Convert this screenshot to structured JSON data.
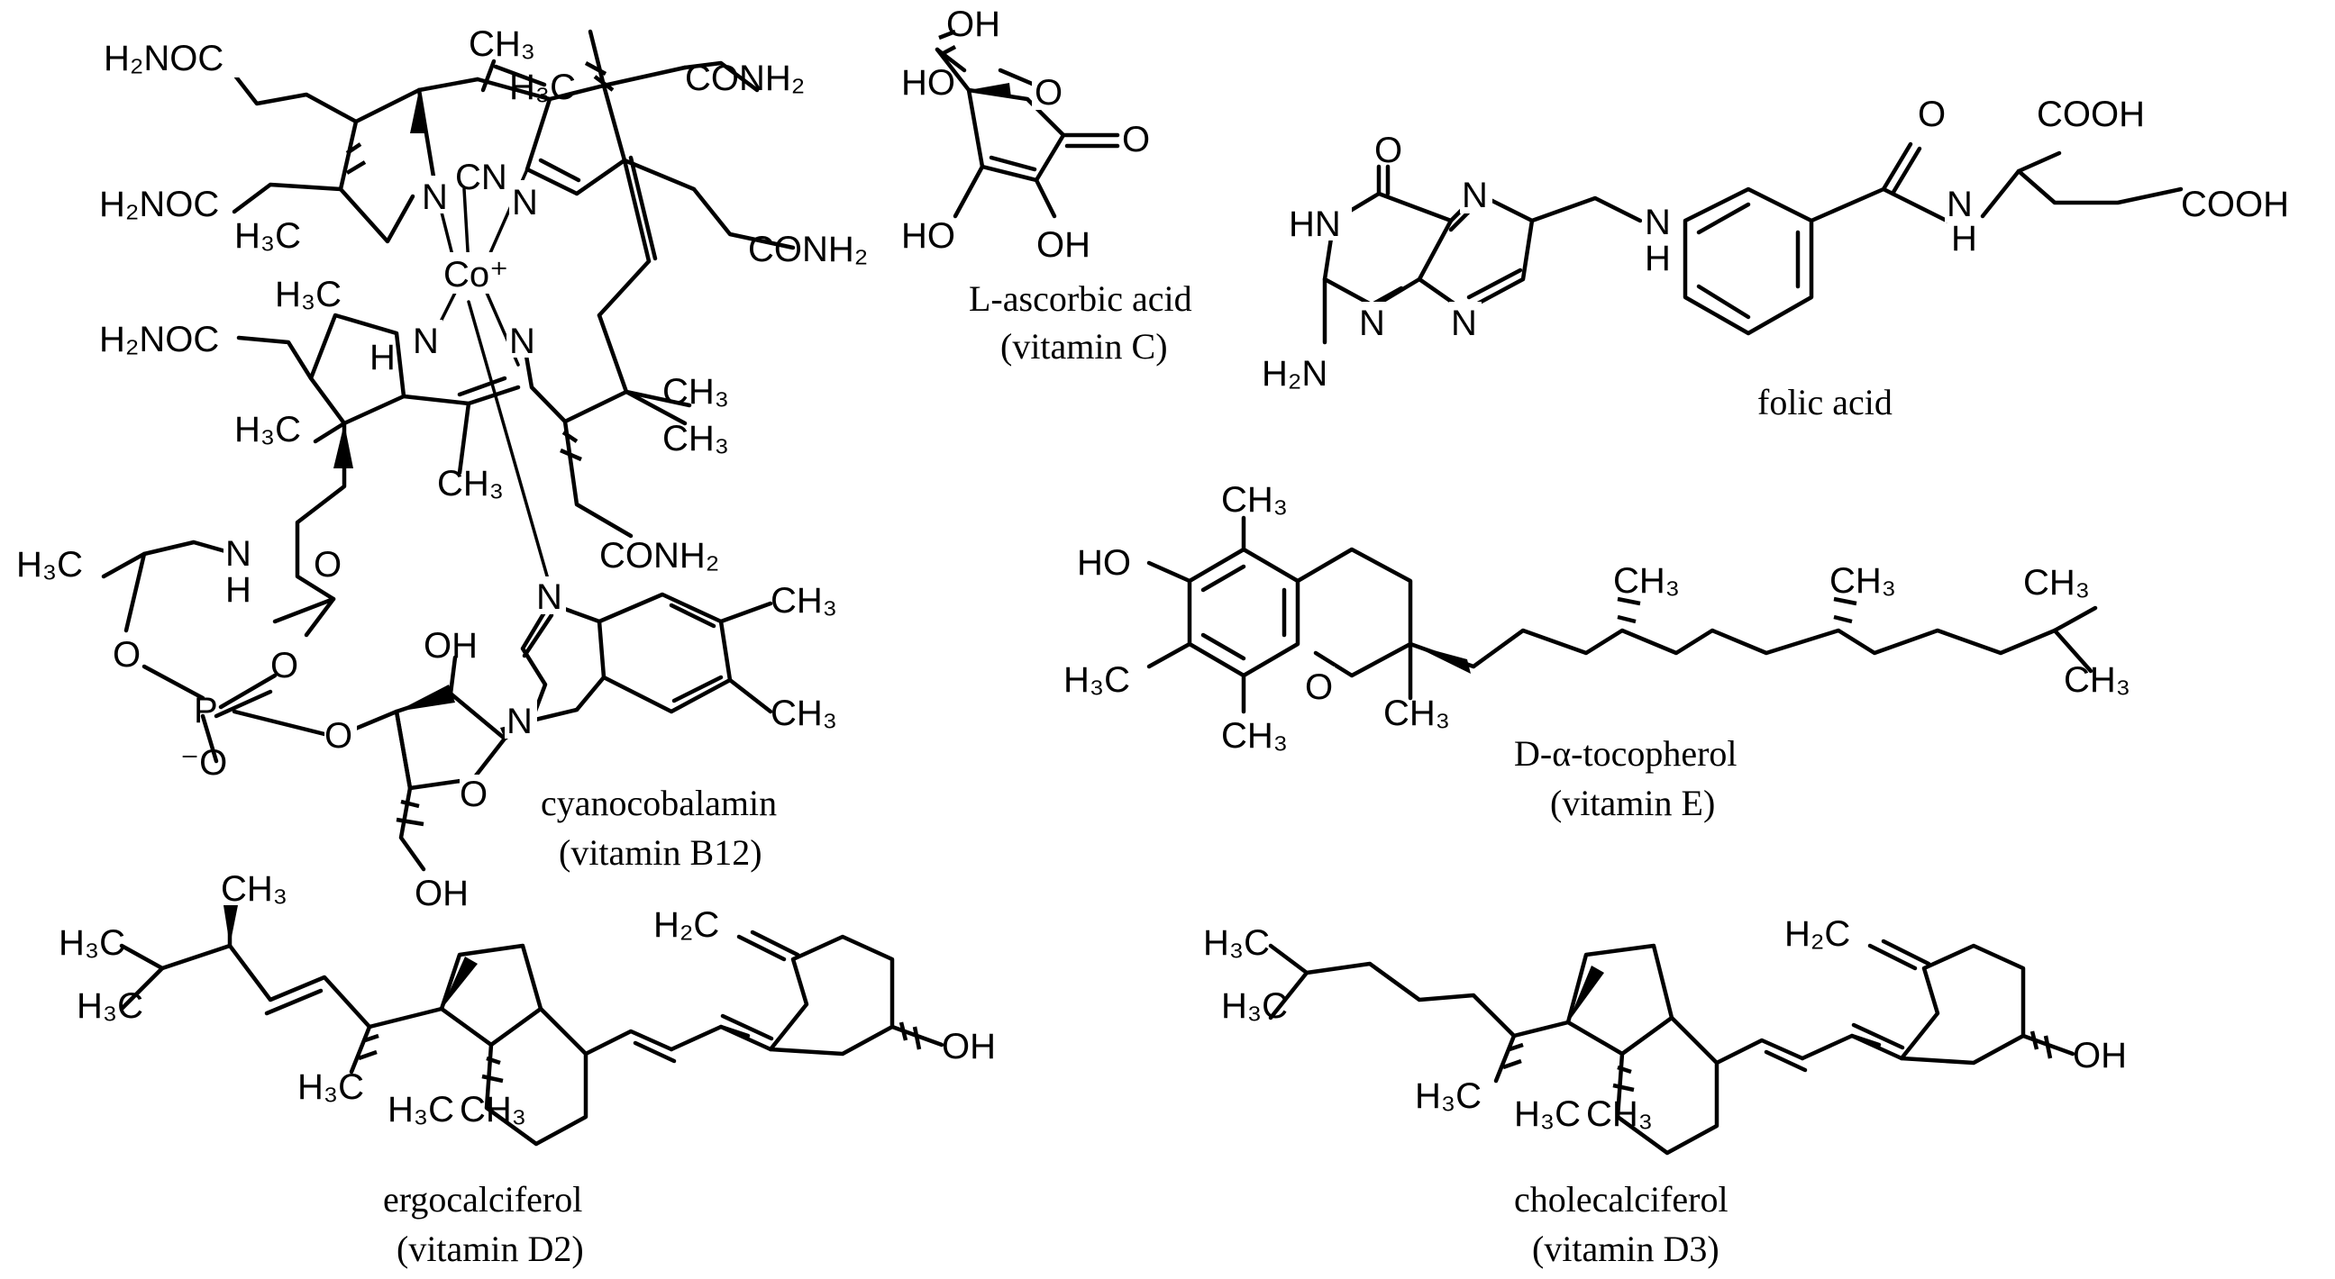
{
  "molecules": {
    "b12": {
      "caption_name": "cyanocobalamin",
      "caption_vitamin": "(vitamin B12)",
      "labels": {
        "a1": "H₂NOC",
        "a2": "CH₃",
        "a3": "H₃C",
        "a4": "CONH₂",
        "a5": "H₂NOC",
        "a6": "H₃C",
        "a7": "N",
        "a8": "CN",
        "a9": "N",
        "a10": "CONH₂",
        "a11": "Co⁺",
        "a12": "H₃C",
        "a13": "H₂NOC",
        "a14": "H",
        "a15": "N",
        "a16": "N",
        "a17": "CH₃",
        "a18": "H₃C",
        "a19": "CH₃",
        "a20": "CH₃",
        "a21": "CONH₂",
        "a22": "H₃C",
        "a23": "N",
        "a24": "H",
        "a25": "O",
        "a26": "N",
        "a27": "CH₃",
        "a28": "O",
        "a29": "O",
        "a30": "P",
        "a31": "OH",
        "a32": "N",
        "a33": "CH₃",
        "a34": "⁻O",
        "a35": "O",
        "a36": "O",
        "a37": "OH"
      }
    },
    "vitc": {
      "caption_name": "L-ascorbic acid",
      "caption_vitamin": "(vitamin C)",
      "labels": {
        "a1": "OH",
        "a2": "HO",
        "a3": "O",
        "a4": "O",
        "a5": "HO",
        "a6": "OH"
      }
    },
    "folic": {
      "caption_name": "folic acid",
      "labels": {
        "a1": "O",
        "a2": "COOH",
        "a3": "O",
        "a4": "N",
        "a5": "COOH",
        "a6": "H",
        "a7": "HN",
        "a8": "N",
        "a9": "N",
        "a10": "H",
        "a11": "H₂N",
        "a12": "N",
        "a13": "N"
      }
    },
    "vite": {
      "caption_name": "D-α-tocopherol",
      "caption_vitamin": "(vitamin E)",
      "labels": {
        "a1": "CH₃",
        "a2": "HO",
        "a3": "CH₃",
        "a4": "CH₃",
        "a5": "CH₃",
        "a6": "H₃C",
        "a7": "O",
        "a8": "CH₃",
        "a9": "CH₃",
        "a10": "CH₃"
      }
    },
    "d2": {
      "caption_name": "ergocalciferol",
      "caption_vitamin": "(vitamin D2)",
      "labels": {
        "a1": "CH₃",
        "a2": "H₃C",
        "a3": "H₂C",
        "a4": "H₃C",
        "a5": "OH",
        "a6": "H₃C",
        "a7": "H₃C",
        "a8": "CH₃"
      }
    },
    "d3": {
      "caption_name": "cholecalciferol",
      "caption_vitamin": "(vitamin D3)",
      "labels": {
        "a1": "H₃C",
        "a2": "H₂C",
        "a3": "H₃C",
        "a4": "OH",
        "a5": "H₃C",
        "a6": "H₃C",
        "a7": "CH₃"
      }
    }
  }
}
